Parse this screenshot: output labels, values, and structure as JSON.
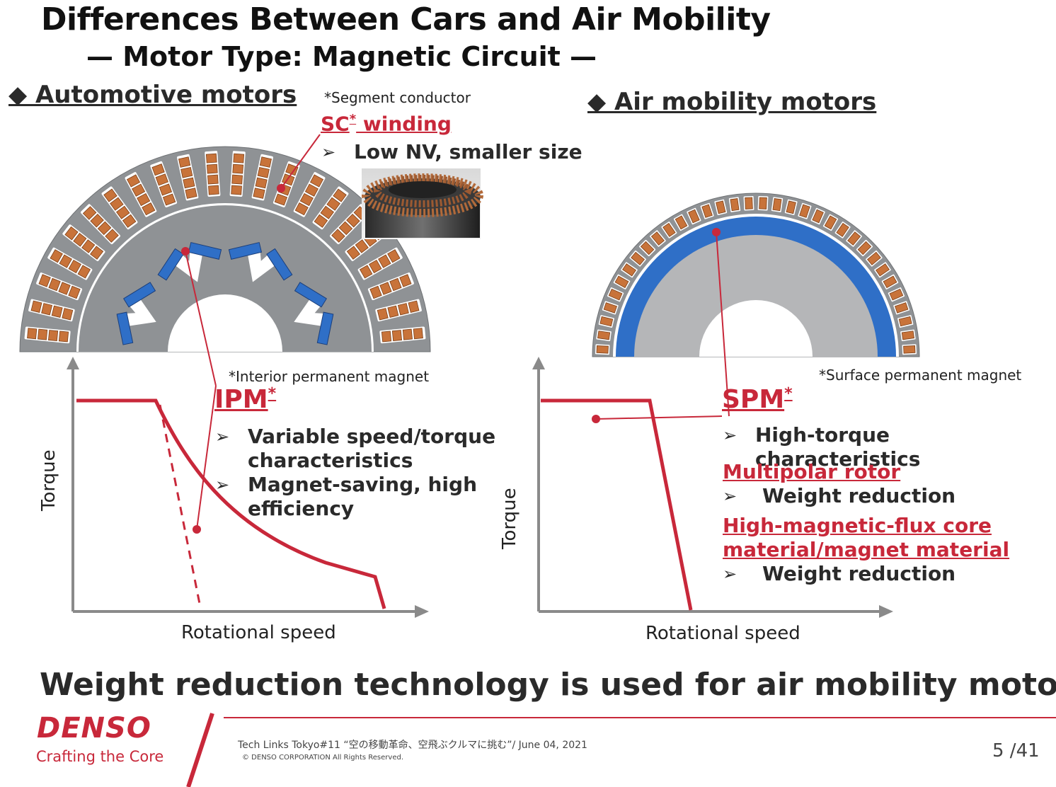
{
  "title": "Differences Between Cars and Air Mobility",
  "subtitle": "— Motor Type: Magnetic Circuit —",
  "left": {
    "heading": "◆ Automotive motors",
    "note_sc": "*Segment conductor",
    "sc_label": "SC",
    "sc_star": "*",
    "sc_suffix": " winding",
    "sc_bullet": "Low NV, smaller size",
    "note_ipm": "*Interior permanent magnet",
    "ipm_label": "IPM",
    "ipm_star": "*",
    "bullets": [
      "Variable speed/torque characteristics",
      "Magnet-saving, high efficiency"
    ],
    "ylabel": "Torque",
    "xlabel": "Rotational speed"
  },
  "right": {
    "heading": "◆ Air mobility motors",
    "note_spm": "*Surface permanent magnet",
    "spm_label": "SPM",
    "spm_star": "*",
    "spm_bullet": "High-torque characteristics",
    "multipolar": "Multipolar rotor",
    "multipolar_bullet": "Weight reduction",
    "flux_line1": "High-magnetic-flux core",
    "flux_line2": "material/magnet material",
    "flux_bullet": "Weight reduction",
    "ylabel": "Torque",
    "xlabel": "Rotational speed"
  },
  "conclusion": "Weight reduction technology is used for air mobility motors.",
  "footer": {
    "brand": "DENSO",
    "tagline": "Crafting the Core",
    "event": "Tech Links Tokyo#11 “空の移動革命、空飛ぶクルマに挑む”/ June 04, 2021",
    "copyright": "© DENSO CORPORATION All Rights Reserved.",
    "page": "5 /41"
  },
  "colors": {
    "accent": "#c8283a",
    "stator": "#8f9295",
    "magnet": "#2f6fc7",
    "copper": "#c8733a"
  }
}
